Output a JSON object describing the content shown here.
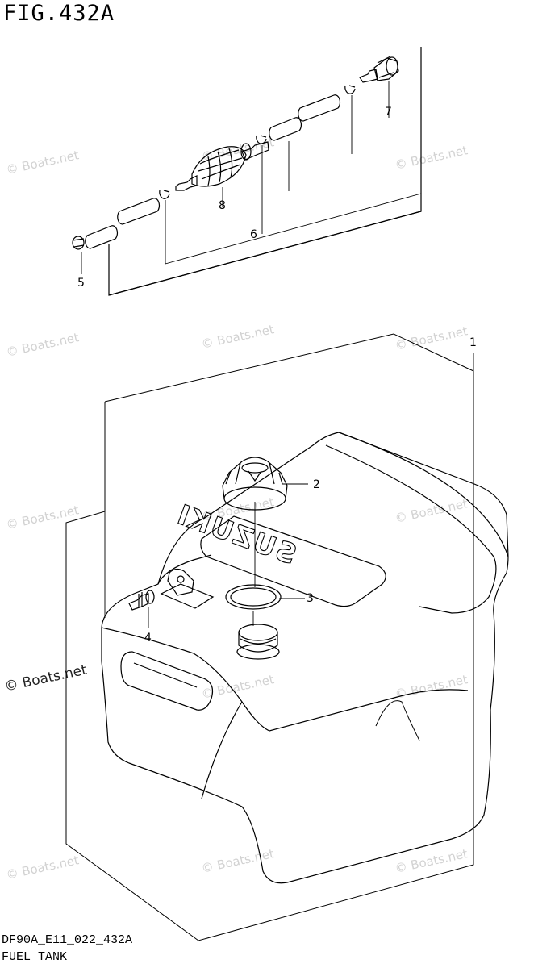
{
  "figure": {
    "title": "FIG.432A",
    "code": "DF90A_E11_022_432A",
    "name": "FUEL TANK"
  },
  "watermark": {
    "text": "© Boats.net",
    "color": "#d2d2d2"
  },
  "tank_brand": "SUZUKI",
  "callouts": [
    "1",
    "2",
    "3",
    "4",
    "5",
    "6",
    "7",
    "8"
  ],
  "icons": {
    "fuel-tank": "fuel-tank-drawing",
    "hose-assembly": "fuel-hose-primer-bulb-drawing"
  }
}
